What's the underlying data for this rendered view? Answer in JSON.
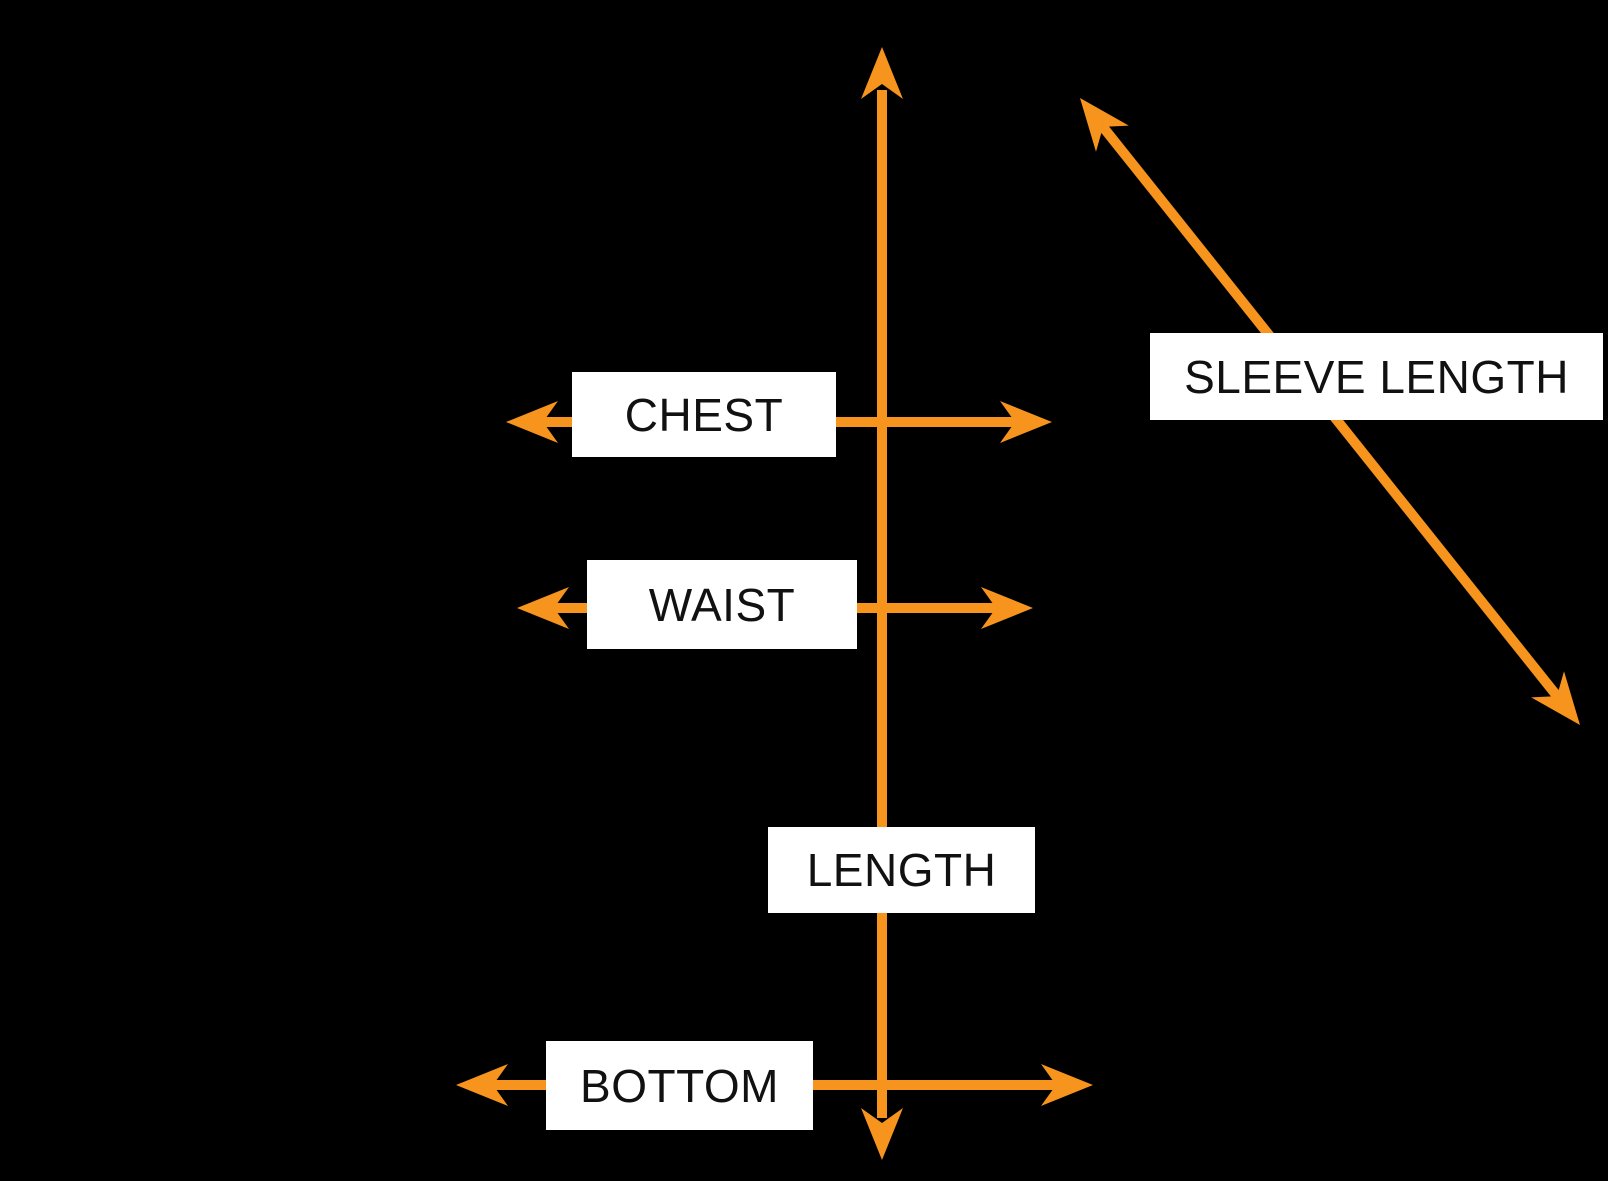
{
  "canvas": {
    "background_color": "#000000",
    "arrow_color": "#F6941D",
    "label_box_fill": "#FFFFFF",
    "label_text_color": "#111111"
  },
  "labels": {
    "chest": "CHEST",
    "waist": "WAIST",
    "length": "LENGTH",
    "bottom": "BOTTOM",
    "sleeve_length": "SLEEVE LENGTH"
  },
  "diagram": {
    "type": "garment-measurement-guide",
    "arrows": [
      {
        "name": "length-arrow",
        "orientation": "vertical",
        "label": "LENGTH"
      },
      {
        "name": "chest-arrow",
        "orientation": "horizontal",
        "label": "CHEST"
      },
      {
        "name": "waist-arrow",
        "orientation": "horizontal",
        "label": "WAIST"
      },
      {
        "name": "bottom-arrow",
        "orientation": "horizontal",
        "label": "BOTTOM"
      },
      {
        "name": "sleeve-length-arrow",
        "orientation": "diagonal",
        "label": "SLEEVE LENGTH"
      }
    ]
  }
}
